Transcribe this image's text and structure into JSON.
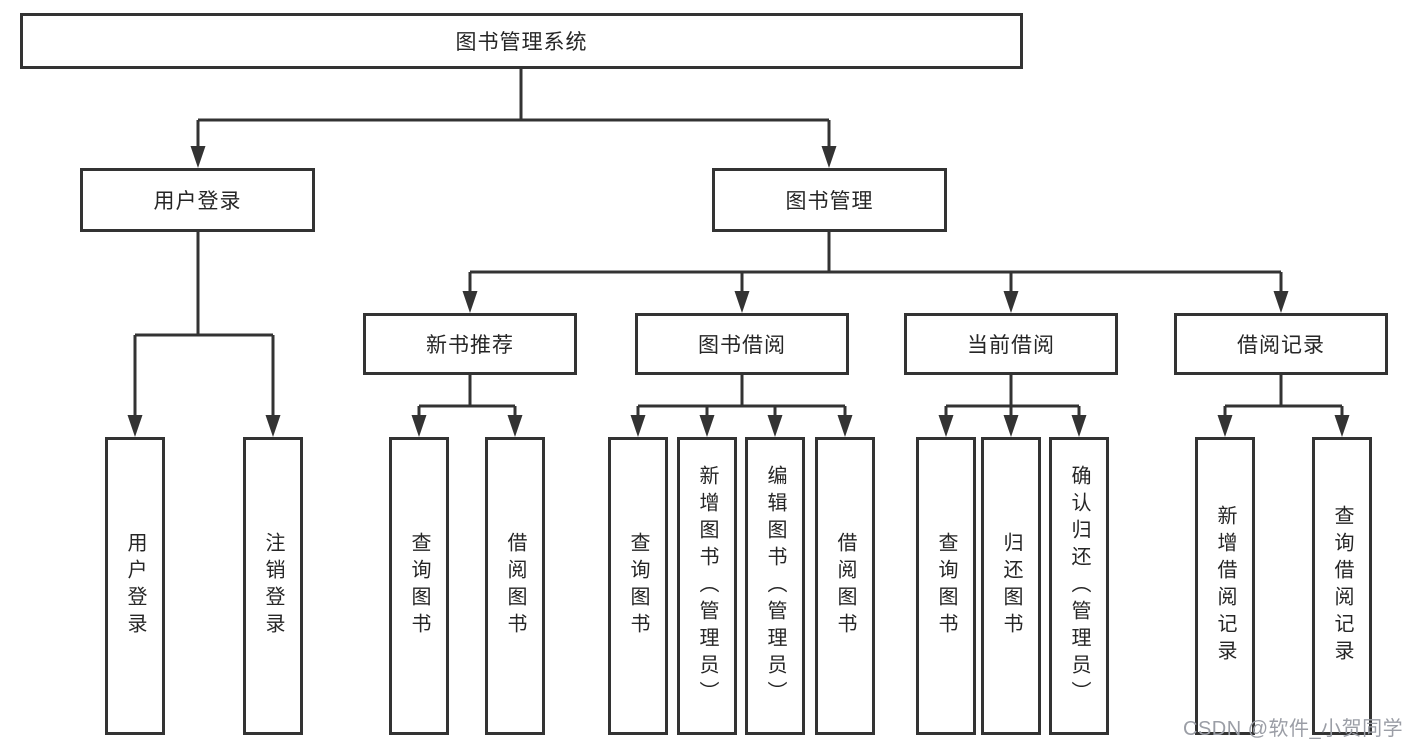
{
  "tree": {
    "root": {
      "label": "图书管理系统",
      "children": [
        {
          "label": "用户登录",
          "children": [
            {
              "label": "用户登录"
            },
            {
              "label": "注销登录"
            }
          ]
        },
        {
          "label": "图书管理",
          "children": [
            {
              "label": "新书推荐",
              "children": [
                {
                  "label": "查询图书"
                },
                {
                  "label": "借阅图书"
                }
              ]
            },
            {
              "label": "图书借阅",
              "children": [
                {
                  "label": "查询图书"
                },
                {
                  "label": "新增图书（管理员）"
                },
                {
                  "label": "编辑图书（管理员）"
                },
                {
                  "label": "借阅图书"
                }
              ]
            },
            {
              "label": "当前借阅",
              "children": [
                {
                  "label": "查询图书"
                },
                {
                  "label": "归还图书"
                },
                {
                  "label": "确认归还（管理员）"
                }
              ]
            },
            {
              "label": "借阅记录",
              "children": [
                {
                  "label": "新增借阅记录"
                },
                {
                  "label": "查询借阅记录"
                }
              ]
            }
          ]
        }
      ]
    }
  },
  "watermark": {
    "text": "CSDN @软件_小贺同学",
    "color": "#9b9ea6"
  },
  "colors": {
    "line": "#333333",
    "border": "#333333",
    "text": "#262626",
    "background": "#ffffff"
  }
}
